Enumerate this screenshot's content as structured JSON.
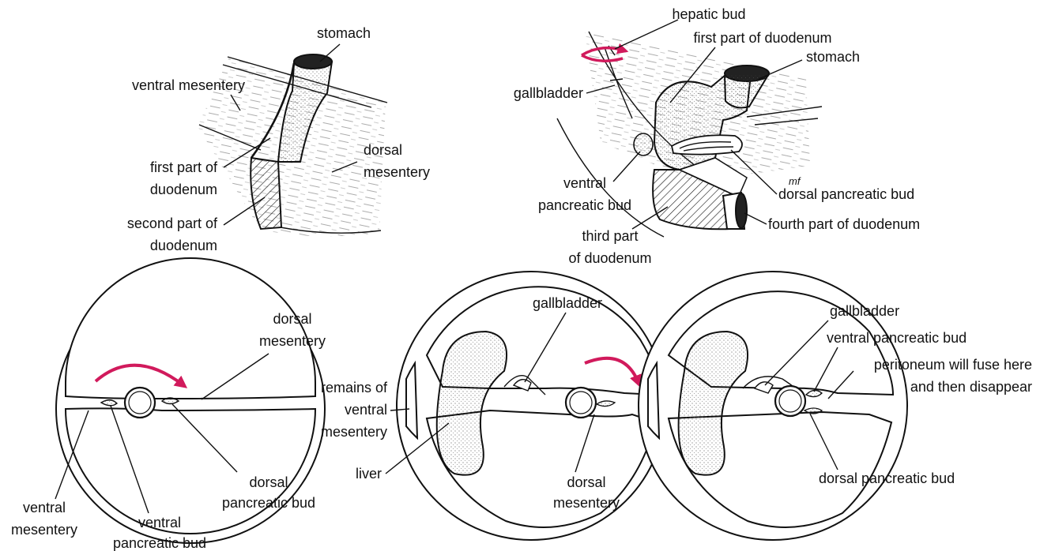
{
  "accent_color": "#d11a5c",
  "panels": {
    "top_left": {
      "stomach": "stomach",
      "ventral_mesentery": "ventral mesentery",
      "dorsal_mesentery": [
        "dorsal",
        "mesentery"
      ],
      "first_part": [
        "first part of",
        "duodenum"
      ],
      "second_part": [
        "second part of",
        "duodenum"
      ]
    },
    "top_right": {
      "hepatic_bud": "hepatic bud",
      "first_part": "first part of duodenum",
      "stomach": "stomach",
      "gallbladder": "gallbladder",
      "ventral_pancreatic_bud": [
        "ventral",
        "pancreatic bud"
      ],
      "dorsal_pancreatic_bud": "dorsal pancreatic bud",
      "third_part": [
        "third part",
        "of duodenum"
      ],
      "fourth_part": "fourth part of duodenum"
    },
    "bottom_left": {
      "dorsal_mesentery": [
        "dorsal",
        "mesentery"
      ],
      "ventral_mesentery": [
        "ventral",
        "mesentery"
      ],
      "ventral_pancreatic_bud": [
        "ventral",
        "pancreatic bud"
      ],
      "dorsal_pancreatic_bud": [
        "dorsal",
        "pancreatic bud"
      ]
    },
    "bottom_middle": {
      "gallbladder": "gallbladder",
      "remains": [
        "remains of",
        "ventral",
        "mesentery"
      ],
      "liver": "liver",
      "dorsal_mesentery": [
        "dorsal",
        "mesentery"
      ]
    },
    "bottom_right": {
      "gallbladder": "gallbladder",
      "ventral_pancreatic_bud": "ventral pancreatic bud",
      "peritoneum_note": [
        "peritoneum will fuse here",
        "and then disappear"
      ],
      "dorsal_pancreatic_bud": "dorsal pancreatic bud"
    }
  }
}
